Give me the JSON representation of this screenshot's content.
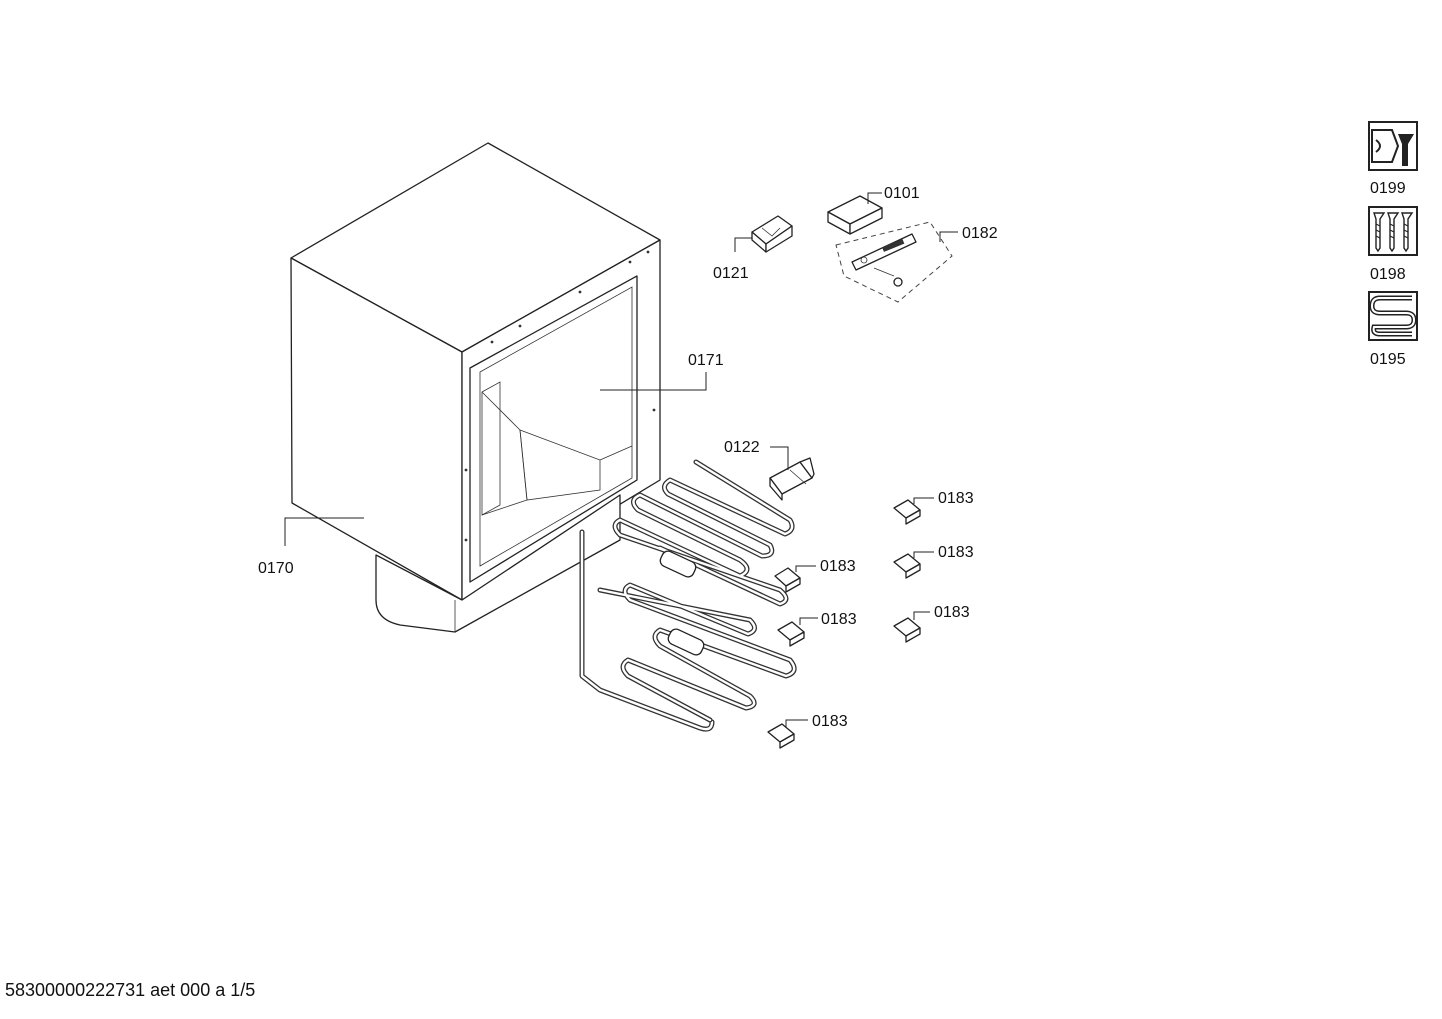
{
  "callouts": {
    "c0101": "0101",
    "c0121": "0121",
    "c0182": "0182",
    "c0171": "0171",
    "c0122": "0122",
    "c0170": "0170",
    "c0183a": "0183",
    "c0183b": "0183",
    "c0183c": "0183",
    "c0183d": "0183",
    "c0183e": "0183",
    "c0183f": "0183"
  },
  "legend": [
    {
      "label": "0199",
      "icon": "service-tool-icon"
    },
    {
      "label": "0198",
      "icon": "screws-icon"
    },
    {
      "label": "0195",
      "icon": "grease-coil-icon"
    }
  ],
  "footer": "58300000222731 aet 000 a 1/5"
}
